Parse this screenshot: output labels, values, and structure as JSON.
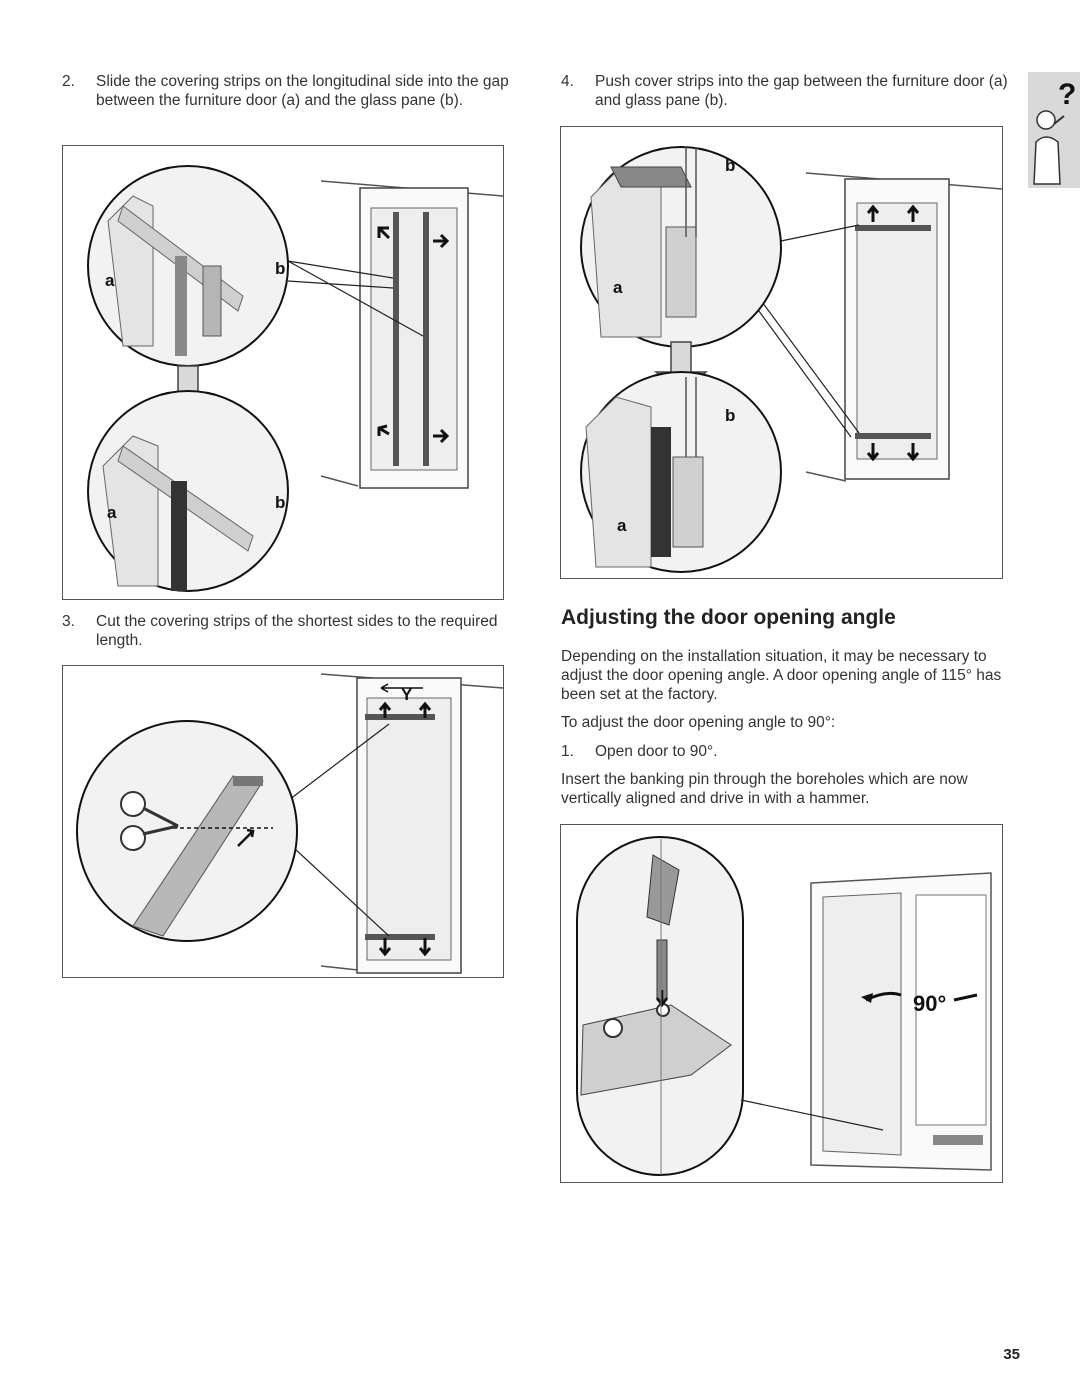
{
  "steps": {
    "s2": {
      "num": "2.",
      "text": "Slide the covering strips on the longitudinal side into the gap between the furniture door (a) and the glass pane (b)."
    },
    "s3": {
      "num": "3.",
      "text": "Cut the covering strips of the shortest sides to the required length."
    },
    "s4": {
      "num": "4.",
      "text": "Push cover strips into the gap between the furniture door (a) and glass pane (b)."
    },
    "s5": {
      "num": "1.",
      "text": "Open door to 90°."
    }
  },
  "section": {
    "title": "Adjusting the door opening angle",
    "intro": "Depending on the installation situation, it may be necessary to adjust the door opening angle. A door opening angle of 115° has been set at the factory.",
    "lead": "To adjust the door opening angle to 90°:",
    "instruction": "Insert the banking pin through the boreholes which are now vertically aligned and drive in with a hammer."
  },
  "figure_labels": {
    "a": "a",
    "b": "b",
    "y": "Y",
    "angle": "90°"
  },
  "page_number": "35",
  "help_icon": "question-person-icon"
}
